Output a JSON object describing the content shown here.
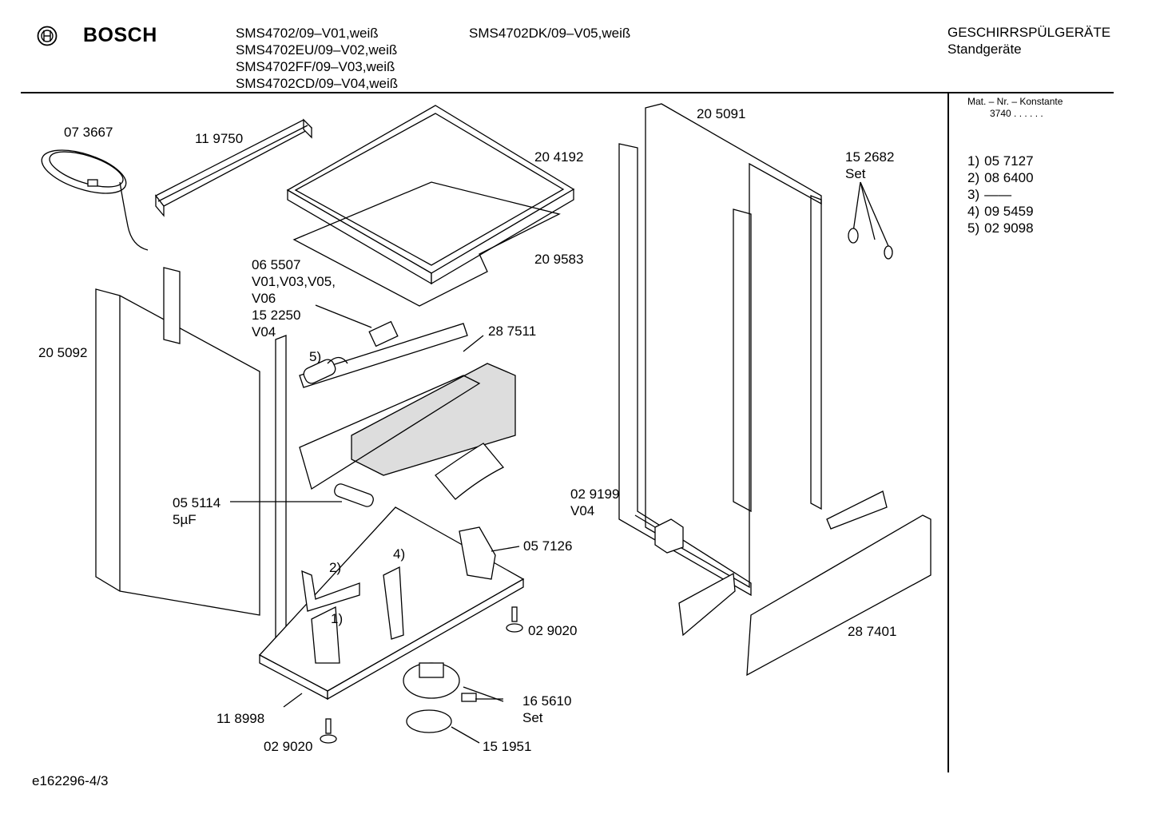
{
  "header": {
    "brand": "BOSCH",
    "logo_icon": "bosch-armature-icon",
    "models_col1": [
      "SMS4702/09–V01,weiß",
      "SMS4702EU/09–V02,weiß",
      "SMS4702FF/09–V03,weiß",
      "SMS4702CD/09–V04,weiß"
    ],
    "models_col2": [
      "SMS4702DK/09–V05,weiß"
    ],
    "category": [
      "GESCHIRRSPÜLGERÄTE",
      "Standgeräte"
    ]
  },
  "sidebar": {
    "note_line1": "Mat. – Nr. – Konstante",
    "note_line2": "3740 . . . . . .",
    "items": [
      {
        "key": "1)",
        "value": "05 7127"
      },
      {
        "key": "2)",
        "value": "08 6400"
      },
      {
        "key": "3)",
        "value": "——"
      },
      {
        "key": "4)",
        "value": "09 5459"
      },
      {
        "key": "5)",
        "value": "02 9098"
      }
    ]
  },
  "parts": {
    "p073667": "07 3667",
    "p119750": "11 9750",
    "p204192": "20 4192",
    "p209583": "20 9583",
    "p065507": [
      "06 5507",
      "V01,V03,V05,",
      "V06",
      "15 2250",
      "V04"
    ],
    "p287511": "28 7511",
    "p205092": "20 5092",
    "p205091": "20 5091",
    "p152682": [
      "15 2682",
      "Set"
    ],
    "p055114": [
      "05 5114",
      "5µF"
    ],
    "p057126": "05 7126",
    "p029199": [
      "02 9199",
      "V04"
    ],
    "p029020a": "02 9020",
    "p287401": "28 7401",
    "p165610": [
      "16 5610",
      "Set"
    ],
    "p151951": "15 1951",
    "p118998": "11 8998",
    "p029020b": "02 9020",
    "ref1": "1)",
    "ref2": "2)",
    "ref4": "4)",
    "ref5": "5)"
  },
  "footer": {
    "code": "e162296-4/3"
  }
}
